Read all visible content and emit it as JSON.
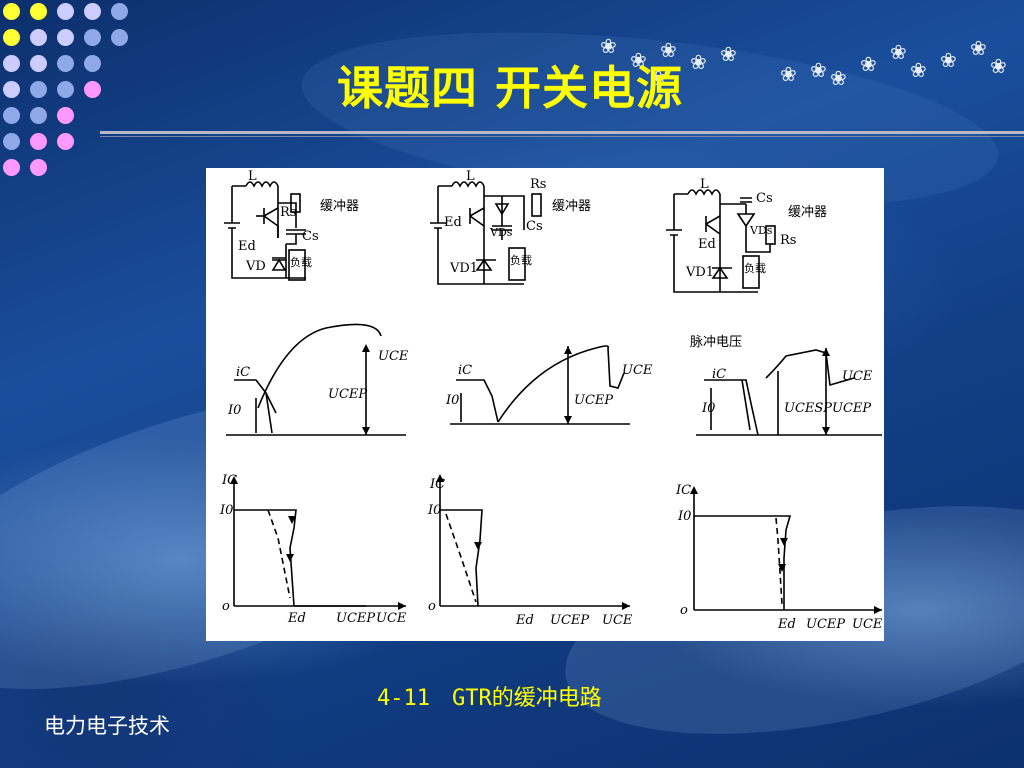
{
  "slide": {
    "title": "课题四  开关电源",
    "caption_number": "4-11",
    "caption_text": "GTR的缓冲电路",
    "footer": "电力电子技术"
  },
  "figure": {
    "circuits": [
      {
        "L": "L",
        "Rs": "Rs",
        "Cs": "Cs",
        "Ed": "Ed",
        "VD": "VD",
        "load": "负载",
        "buffer": "缓冲器"
      },
      {
        "L": "L",
        "Rs": "Rs",
        "Cs": "Cs",
        "Ed": "Ed",
        "VD": "VD1",
        "VDs": "VDs",
        "load": "负载",
        "buffer": "缓冲器"
      },
      {
        "L": "L",
        "Rs": "Rs",
        "Cs": "Cs",
        "Ed": "Ed",
        "VD": "VD1",
        "VDs": "VDs",
        "load": "负载",
        "buffer": "缓冲器"
      }
    ],
    "waveforms": [
      {
        "ic": "iC",
        "i0": "I0",
        "uce": "UCE",
        "ucep": "UCEP"
      },
      {
        "ic": "iC",
        "i0": "I0",
        "uce": "UCE",
        "ucep": "UCEP"
      },
      {
        "ic": "iC",
        "i0": "I0",
        "uce": "UCE",
        "ucep": "UCEP",
        "ucesp": "UCESP",
        "pulse": "脉冲电压"
      }
    ],
    "trajectories": [
      {
        "ic": "IC",
        "i0": "I0",
        "o": "o",
        "ed": "Ed",
        "ucep": "UCEP",
        "uce": "UCE"
      },
      {
        "ic": "IC",
        "i0": "I0",
        "o": "o",
        "ed": "Ed",
        "ucep": "UCEP",
        "uce": "UCE"
      },
      {
        "ic": "IC",
        "i0": "I0",
        "o": "o",
        "ed": "Ed",
        "ucep": "UCEP",
        "uce": "UCE"
      }
    ]
  },
  "theme": {
    "title_color": "#ffff00",
    "caption_color": "#ffff00",
    "footer_color": "#ffffff",
    "background": "#123f86"
  }
}
